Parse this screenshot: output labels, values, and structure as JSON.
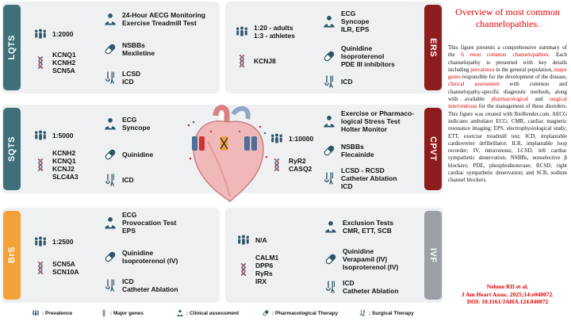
{
  "panels": {
    "lqts": {
      "tab": "LQTS",
      "prevalence": [
        "1:2000"
      ],
      "genes": [
        "KCNQ1",
        "KCNH2",
        "SCN5A"
      ],
      "clinical": [
        "24-Hour AECG Monitoring",
        "Exercise Treadmill Test"
      ],
      "pharma": [
        "NSBBs",
        "Mexiletine"
      ],
      "surgical": [
        "LCSD",
        "ICD"
      ]
    },
    "ers": {
      "tab": "ERS",
      "prevalence": [
        "1:20 - adults",
        "1:3 - athletes"
      ],
      "genes": [
        "KCNJ8"
      ],
      "clinical": [
        "ECG",
        "Syncope",
        "ILR, EPS"
      ],
      "pharma": [
        "Quinidine",
        "Isoproterenol",
        "PDE III inhibitors"
      ],
      "surgical": [
        "ICD"
      ]
    },
    "sqts": {
      "tab": "SQTS",
      "prevalence": [
        "1:5000"
      ],
      "genes": [
        "KCNH2",
        "KCNQ1",
        "KCNJ2",
        "SLC4A3"
      ],
      "clinical": [
        "ECG",
        "Syncope"
      ],
      "pharma": [
        "Quinidine"
      ],
      "surgical": [
        "ICD"
      ]
    },
    "cpvt": {
      "tab": "CPVT",
      "prevalence": [
        "1:10000"
      ],
      "genes": [
        "RyR2",
        "CASQ2"
      ],
      "clinical": [
        "Exercise or Pharmaco-",
        "logical Stress Test",
        "Holter Monitor"
      ],
      "pharma": [
        "NSBBs",
        "Flecainide"
      ],
      "surgical": [
        "LCSD - RCSD",
        "Catheter Ablation",
        "ICD"
      ]
    },
    "brs": {
      "tab": "BrS",
      "prevalence": [
        "1:2500"
      ],
      "genes": [
        "SCN5A",
        "SCN10A"
      ],
      "clinical": [
        "ECG",
        "Provocation Test",
        "EPS"
      ],
      "pharma": [
        "Quinidine",
        "Isoproterenol (IV)"
      ],
      "surgical": [
        "ICD",
        "Catheter Ablation"
      ]
    },
    "ivf": {
      "tab": "IVF",
      "prevalence": [
        "N/A"
      ],
      "genes": [
        "CALM1",
        "DPP6",
        "RyRs",
        "IRX"
      ],
      "clinical": [
        "Exclusion Tests",
        "CMR, ETT, SCB"
      ],
      "pharma": [
        "Quinidine",
        "Verapamil (IV)",
        "Isoproterenol (IV)"
      ],
      "surgical": [
        "ICD",
        "Catheter Ablation"
      ]
    }
  },
  "legend": {
    "prevalence": ": Prevalence",
    "genes": ": Major genes",
    "clinical": ": Clinical assessment",
    "pharma": ": Pharmacological Therapy",
    "surgical": ": Surgical Therapy"
  },
  "right_panel": {
    "title": "Overview of most common channelopathies.",
    "description": "This figure presents a comprehensive summary of the 6 most common channelopathies. Each channelopathy is presented with key details including prevalence in the general population, major genes responsible for the development of the disease, clinical assessment with common and channelopathy-specific diagnostic methods, along with available pharmacological and surgical interventions for the management of these disorders. This figure was created with BioRender.com. AECG indicates ambulator ECG; CMR, cardiac magnetic resonance imaging; EPS, electrophysiological study; ETT, exercise treadmill test; ICD, implantable cardioverter defibrillator; ILR, implantable loop recorder; IV, intravenous; LCSD, left cardiac sympathetic denervation; NSBBs, nonselective β blockers; PDE, phosphodiesterase; RCSD, right cardiac sympathetic denervation; and SCB, sodium channel blockers.",
    "highlights": [
      "6 most common channelopathies",
      "prevalence",
      "major genes",
      "clinical assessment",
      "pharmacological",
      "surgical interventions"
    ],
    "citation": [
      "Nehme RD et al.",
      "J Am Heart Assoc. 2025;14:e040072.",
      "DOI: 10.1161/JAHA.124.040072"
    ]
  },
  "colors": {
    "teal": "#3f6f78",
    "red": "#8e1c1c",
    "orange": "#f3a23a",
    "gray": "#9aa0a6",
    "panel_bg": "#eef0f2",
    "highlight": "#e00000",
    "icon": "#2d5566"
  },
  "icons": {
    "prevalence": "people-icon",
    "genes": "dna-icon",
    "clinical": "clinician-icon",
    "pharma": "pill-icon",
    "surgical": "surgical-tools-icon"
  }
}
